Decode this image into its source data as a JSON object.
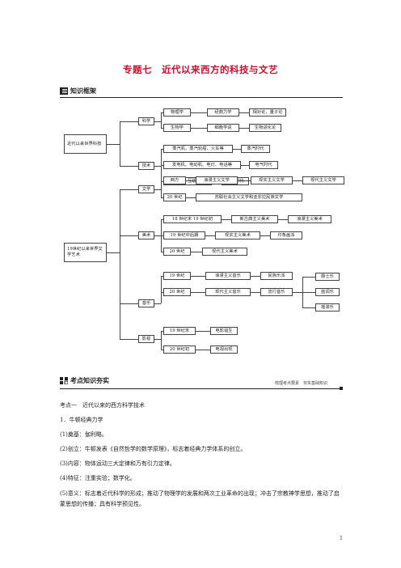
{
  "title": "专题七　近代以来西方的科技与文艺",
  "section1": {
    "label": "知识框架"
  },
  "diagram": {
    "root1": "近代以来世界科技",
    "root2": "19世纪以来世界文学艺术",
    "science": "科学",
    "tech": "技术",
    "literature": "文学",
    "fineart": "美术",
    "music": "音乐",
    "film": "影视",
    "physics": "物理学",
    "classical_mechanics": "经典力学",
    "relativity": "相对论、量子论",
    "biology": "生物学",
    "cell_theory": "细胞学说",
    "evolution": "生物进化论",
    "steam_items": "蒸汽机、蒸汽轮船、火车等",
    "steam_age": "蒸汽时代",
    "elec_items": "发电机、电动机、电灯、电话等",
    "elec_age": "电气时代",
    "computer_items": "计算机、互联网等",
    "info_age": "信息时代",
    "west": "西方",
    "romantic_lit": "浪漫主义文学",
    "realist_lit": "现实主义文学",
    "modern_lit": "现代主义文学",
    "c20": "20 世纪",
    "soviet_lit": "苏联社会主义文学和亚非拉民族文学",
    "late18_19": "18 世纪末 19 世纪初",
    "neoclassical": "新古典主义美术",
    "romantic_art": "浪漫主义美术",
    "mid19": "19 世纪中后期",
    "realist_art": "现实主义美术",
    "impressionism": "印象画派",
    "c20_art": "20 世纪",
    "modern_art": "现代主义美术",
    "c19_music": "19 世纪",
    "romantic_music": "浪漫主义音乐",
    "national_school": "民族乐派",
    "c20_music": "20 世纪",
    "modern_music": "现代主义音乐",
    "pop_music": "流行音乐",
    "blues": "爵士乐",
    "jazz": "蓝调乐",
    "rock": "摇滚乐",
    "late19_film": "19 世纪末",
    "film_birth": "电影诞生",
    "early20": "20 世纪初",
    "tv": "电视出现"
  },
  "section2": {
    "label": "考点知识夯实",
    "note": "梳理考点要素　夯实基础知识"
  },
  "content": {
    "point": "考点一　近代以来的西方科学技术",
    "item1": "1．牛顿经典力学",
    "l1": "(1)奠基：伽利略。",
    "l2": "(2)创立：牛顿发表《自然哲学的数学原理》，标志着经典力学体系的创立。",
    "l3": "(3)内容：物体运动三大定律和万有引力定律。",
    "l4": "(4)特征：注重实验；数学化。",
    "l5": "(5)意义：标志着近代科学的形成；推动了物理学的发展和两次工业革命的出现；冲击了宗教神学思想，推动了启蒙思想的传播；具有科学预见性。"
  },
  "page_number": "1"
}
